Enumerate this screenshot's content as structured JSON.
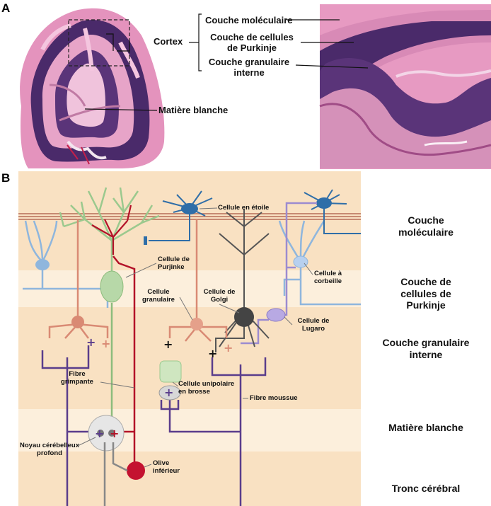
{
  "panel_a": {
    "letter": "A",
    "labels": {
      "cortex": "Cortex",
      "couche_moleculaire": "Couche moléculaire",
      "purkinje_line1": "Couche de cellules",
      "purkinje_line2": "de Purkinje",
      "granulaire_line1": "Couche granulaire",
      "granulaire_line2": "interne",
      "matiere_blanche": "Matière blanche"
    }
  },
  "panel_b": {
    "letter": "B",
    "layers": {
      "moleculaire_line1": "Couche",
      "moleculaire_line2": "moléculaire",
      "purkinje_line1": "Couche de",
      "purkinje_line2": "cellules de",
      "purkinje_line3": "Purkinje",
      "granulaire_line1": "Couche granulaire",
      "granulaire_line2": "interne",
      "matiere_blanche": "Matière blanche",
      "tronc": "Tronc cérébral"
    },
    "cells": {
      "etoile": "Cellule en étoile",
      "purkinje_line1": "Cellule de",
      "purkinje_line2": "Purjinke",
      "corbeille_line1": "Cellule à",
      "corbeille_line2": "corbeille",
      "granulaire_line1": "Cellule",
      "granulaire_line2": "granulaire",
      "golgi_line1": "Cellule de",
      "golgi_line2": "Golgi",
      "lugaro_line1": "Cellule de",
      "lugaro_line2": "Lugaro",
      "fibre_grimpante_line1": "Fibre",
      "fibre_grimpante_line2": "grimpante",
      "unipolaire_line1": "Cellule unipolaire",
      "unipolaire_line2": "en brosse",
      "fibre_moussue": "Fibre moussue",
      "noyau_line1": "Noyau cérébelleux",
      "noyau_line2": "profond",
      "olive_line1": "Olive",
      "olive_line2": "inférieur"
    }
  },
  "colors": {
    "background_band_dark": "#f9e1c2",
    "background_band_light": "#fcefdc",
    "stain_pink": "#e493bd",
    "stain_purple": "#4a2a6a",
    "purkinje_green": "#b7d8a8",
    "granule_salmon": "#d98a74",
    "golgi_gray": "#444444",
    "climbing_red": "#b31228",
    "mossy_purple": "#5a3d8c",
    "stellate_blue": "#2f6ea8",
    "basket_lightblue": "#8fb6dd",
    "lugaro_lilac": "#a999d8",
    "parallel_fiber": "#c78a72"
  }
}
